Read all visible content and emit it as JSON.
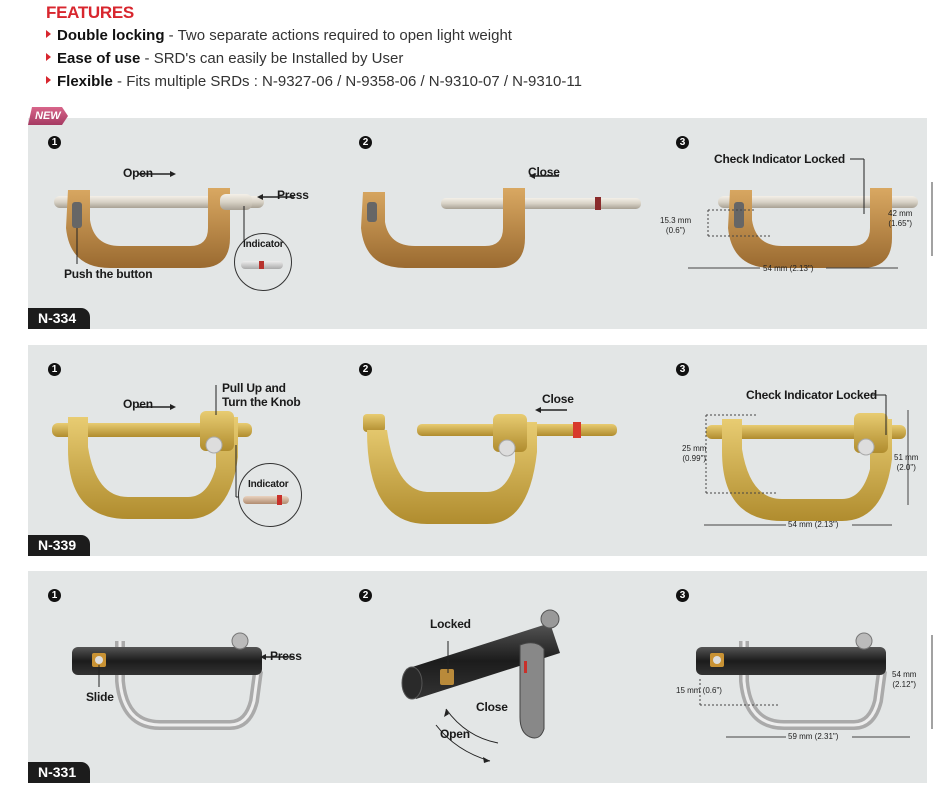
{
  "features": {
    "title": "FEATURES",
    "items": [
      {
        "bold": "Double locking",
        "text": " - Two separate actions required to open light weight"
      },
      {
        "bold": "Ease of use",
        "text": " - SRD's can easily be Installed by User"
      },
      {
        "bold": "Flexible",
        "text": " - Fits multiple SRDs : N-9327-06 / N-9358-06 / N-9310-07 / N-9310-11"
      }
    ]
  },
  "new_tag": "NEW",
  "steps": [
    "1",
    "2",
    "3"
  ],
  "products": [
    {
      "code": "N-334",
      "color": "#b98a4c",
      "labels": {
        "open": "Open",
        "press": "Press",
        "push": "Push the button",
        "indicator": "Indicator",
        "close": "Close",
        "check": "Check Indicator Locked"
      },
      "dims": {
        "gate": "15.3 mm",
        "gate_in": "(0.6\")",
        "height": "42 mm",
        "height_in": "(1.65\")",
        "width": "54 mm (2.13\")"
      }
    },
    {
      "code": "N-339",
      "color": "#c9a648",
      "labels": {
        "open": "Open",
        "pull": "Pull Up and",
        "turn": "Turn the Knob",
        "indicator": "Indicator",
        "close": "Close",
        "check": "Check Indicator Locked"
      },
      "dims": {
        "gate": "25 mm",
        "gate_in": "(0.99\")",
        "height": "51 mm",
        "height_in": "(2.0\")",
        "width": "54 mm (2.13\")"
      }
    },
    {
      "code": "N-331",
      "color": "#2b2b2b",
      "labels": {
        "press": "Press",
        "slide": "Slide",
        "locked": "Locked",
        "close": "Close",
        "open": "Open"
      },
      "dims": {
        "gate": "15 mm (0.6\")",
        "height": "54 mm",
        "height_in": "(2.12\")",
        "width": "59 mm (2.31\")"
      }
    }
  ]
}
